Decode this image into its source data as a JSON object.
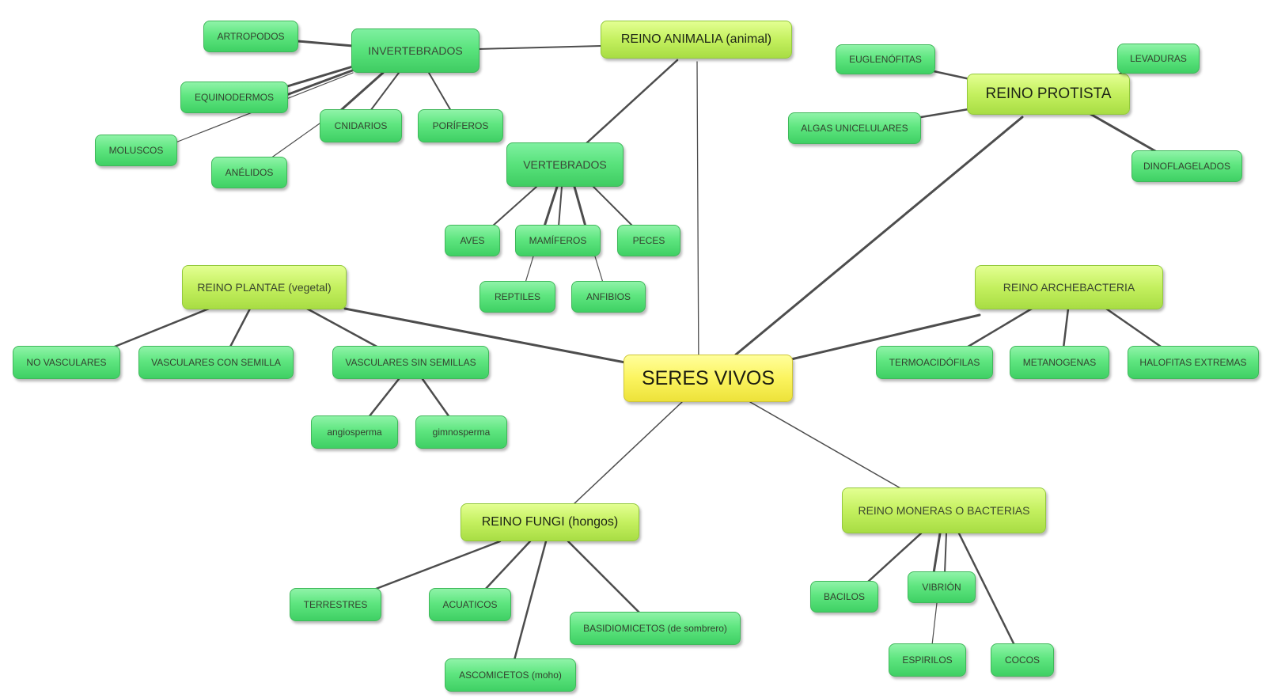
{
  "diagram": {
    "root": "SERES VIVOS",
    "animalia": {
      "label": "REINO ANIMALIA (animal)",
      "invertebrados": {
        "label": "INVERTEBRADOS",
        "children": [
          "ARTROPODOS",
          "EQUINODERMOS",
          "MOLUSCOS",
          "CNIDARIOS",
          "ANÉLIDOS",
          "PORÍFEROS"
        ]
      },
      "vertebrados": {
        "label": "VERTEBRADOS",
        "children": [
          "AVES",
          "MAMÍFEROS",
          "PECES",
          "REPTILES",
          "ANFIBIOS"
        ]
      }
    },
    "protista": {
      "label": "REINO PROTISTA",
      "children": [
        "EUGLENÓFITAS",
        "LEVADURAS",
        "ALGAS UNICELULARES",
        "DINOFLAGELADOS"
      ]
    },
    "plantae": {
      "label": "REINO PLANTAE (vegetal)",
      "children": [
        "NO VASCULARES",
        "VASCULARES CON SEMILLA",
        "VASCULARES SIN SEMILLAS"
      ],
      "sin_semillas_children": [
        "angiosperma",
        "gimnosperma"
      ]
    },
    "archebacteria": {
      "label": "REINO ARCHEBACTERIA",
      "children": [
        "TERMOACIDÓFILAS",
        "METANOGENAS",
        "HALOFITAS EXTREMAS"
      ]
    },
    "fungi": {
      "label": "REINO FUNGI (hongos)",
      "children": [
        "TERRESTRES",
        "ACUATICOS",
        "BASIDIOMICETOS (de sombrero)",
        "ASCOMICETOS (moho)"
      ]
    },
    "moneras": {
      "label": "REINO MONERAS O BACTERIAS",
      "children": [
        "BACILOS",
        "VIBRIÓN",
        "ESPIRILOS",
        "COCOS"
      ]
    },
    "colors": {
      "root_fill": "#fbf45f",
      "kingdom_fill": "#c4f05f",
      "leaf_fill": "#5fe680",
      "edge": "#4d4d4d"
    }
  }
}
